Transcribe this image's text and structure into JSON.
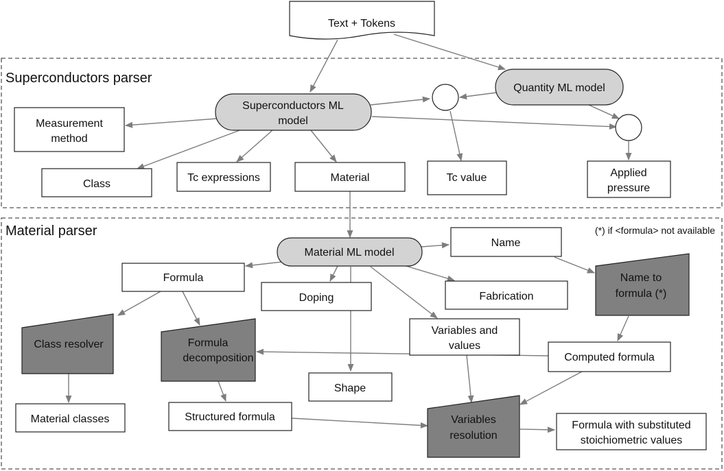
{
  "input": {
    "label": "Text + Tokens"
  },
  "superconductors_parser": {
    "title": "Superconductors parser",
    "model": [
      "Superconductors ML",
      "model"
    ],
    "quantity_model": "Quantity ML model",
    "outputs": {
      "measurement_method": [
        "Measurement",
        "method"
      ],
      "class": "Class",
      "tc_expressions": "Tc expressions",
      "material": "Material",
      "tc_value": "Tc value",
      "applied_pressure": [
        "Applied",
        "pressure"
      ]
    }
  },
  "material_parser": {
    "title": "Material parser",
    "note": "(*) if <formula> not available",
    "model": "Material ML model",
    "nodes": {
      "name": "Name",
      "formula": "Formula",
      "doping": "Doping",
      "fabrication": "Fabrication",
      "name_to_formula": [
        "Name to",
        "formula (*)"
      ],
      "variables_and_values": [
        "Variables and",
        "values"
      ],
      "class_resolver": "Class resolver",
      "formula_decomposition": [
        "Formula",
        "decomposition"
      ],
      "computed_formula": "Computed formula",
      "shape": "Shape",
      "material_classes": "Material classes",
      "structured_formula": "Structured formula",
      "variables_resolution": [
        "Variables",
        "resolution"
      ],
      "substituted_formula": [
        "Formula with substituted",
        "stoichiometric values"
      ]
    }
  },
  "colors": {
    "ml_model_fill": "#d3d3d3",
    "process_fill": "#808080",
    "edge": "#7d7d7d",
    "outline": "#222222"
  }
}
